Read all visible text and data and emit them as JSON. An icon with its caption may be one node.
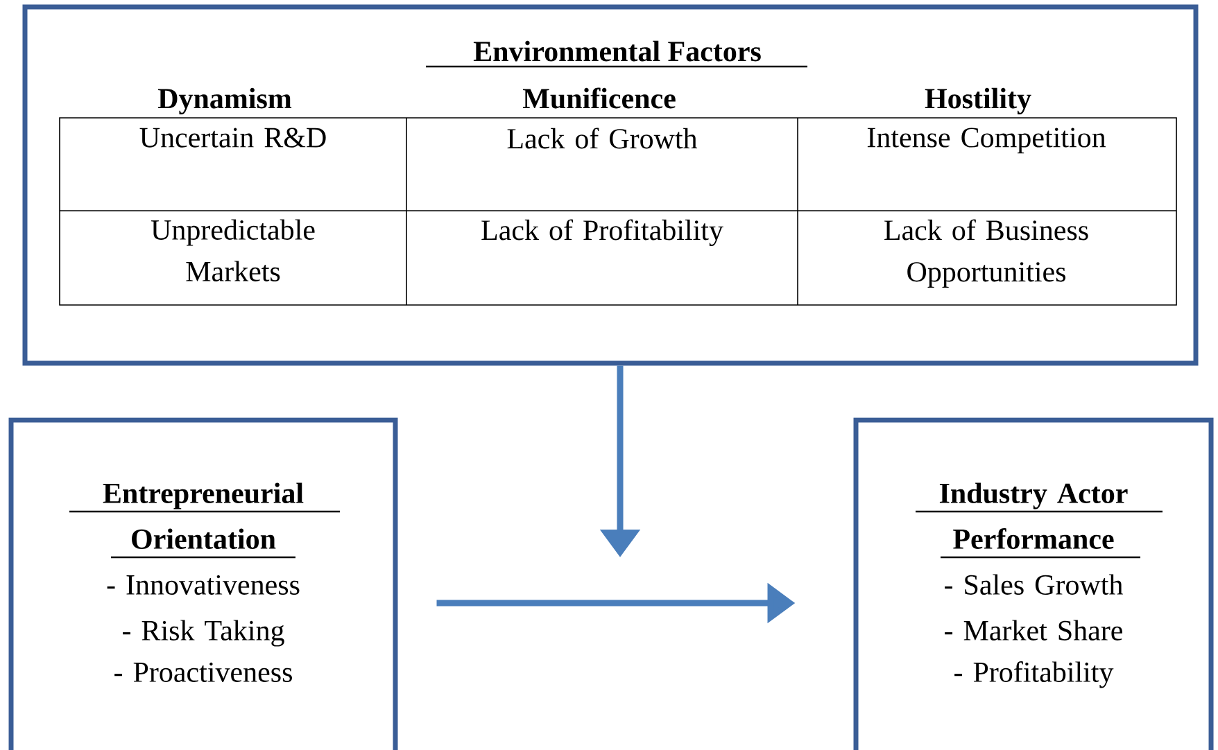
{
  "diagram": {
    "nodes": [
      {
        "text": [
          "Environmental Factors"
        ]
      },
      {
        "text": [
          "Entrepreneurial Orientation",
          "- Innovativeness",
          "- Risk Taking",
          "- Proactiveness"
        ]
      },
      {
        "text": [
          "Industry Actor Performance",
          "- Sales Growth",
          "- Market Share",
          "- Profitability"
        ]
      }
    ],
    "edges": [
      {
        "from": 1,
        "to": 2,
        "arrow": "to"
      },
      {
        "from": 0,
        "to": null,
        "arrow": "to"
      }
    ],
    "labels": [
      "Dynamism",
      "Munificence",
      "Hostility",
      "Uncertain R&D",
      "Lack of Growth",
      "Intense Competition",
      "Unpredictable Markets",
      "Lack of Profitability",
      "Lack of Business Opportunities"
    ]
  }
}
